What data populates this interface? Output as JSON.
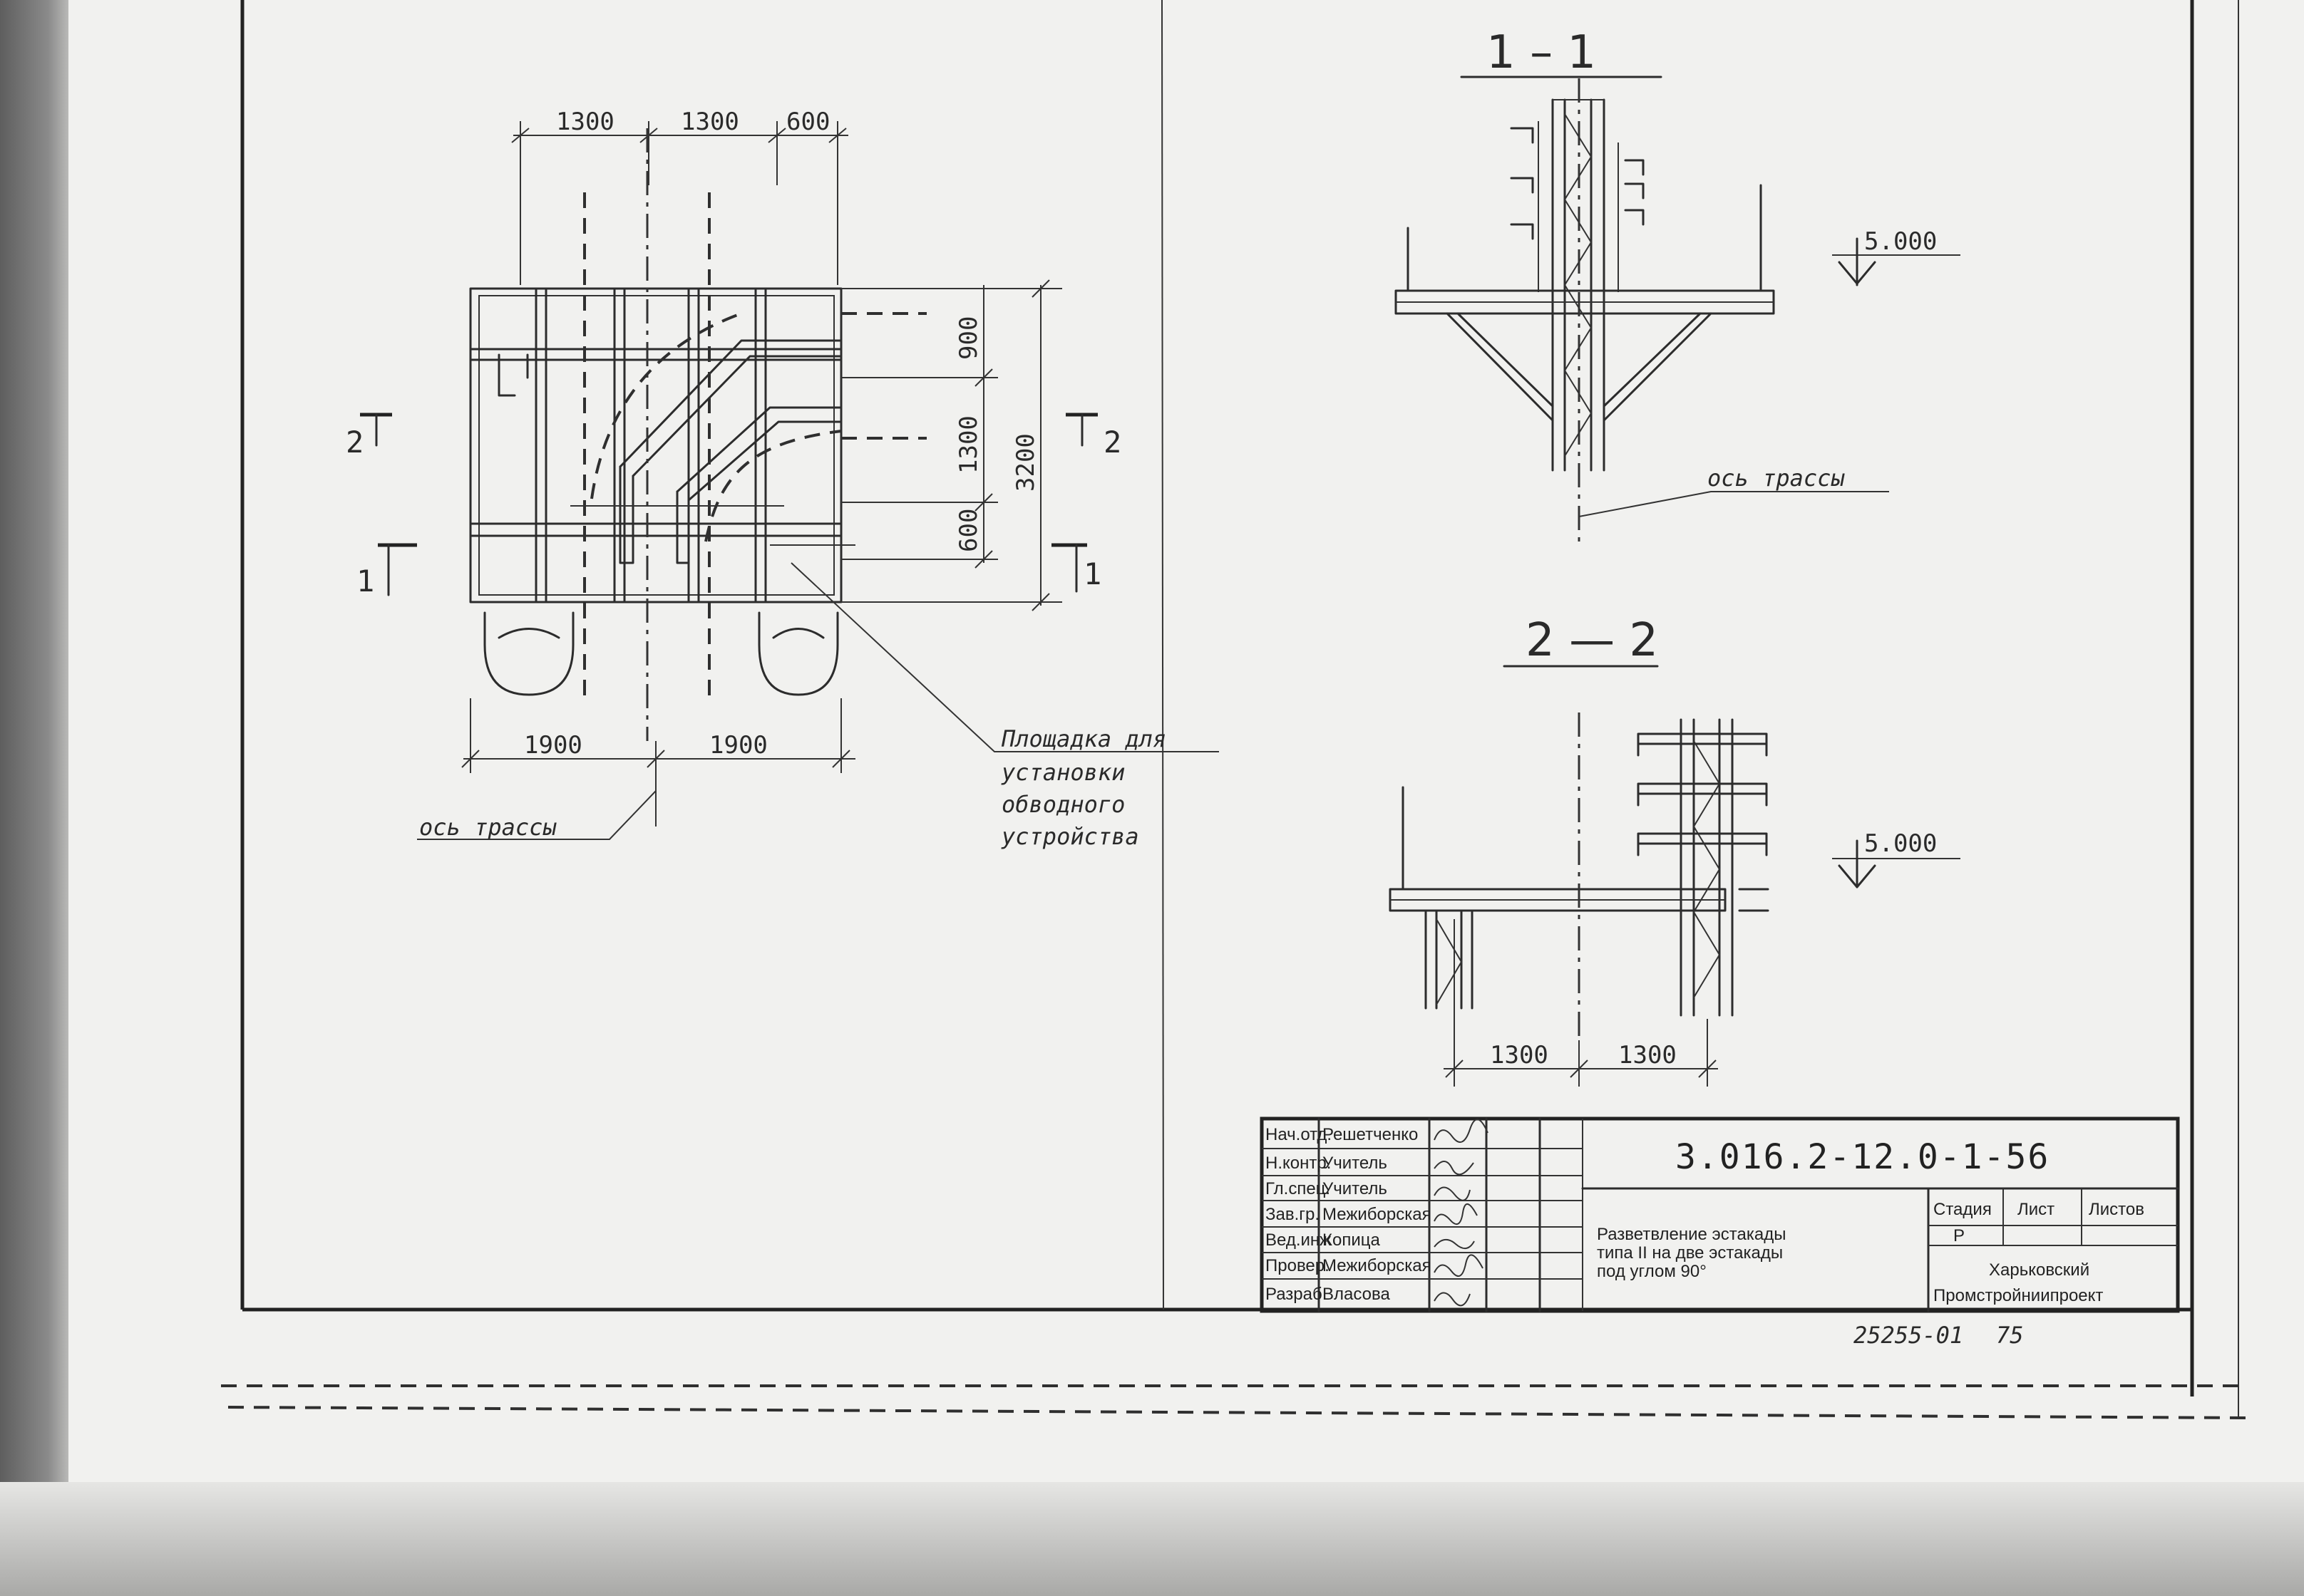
{
  "plan": {
    "dim_top": [
      "1300",
      "1300",
      "600"
    ],
    "dim_right": [
      "900",
      "1300",
      "600"
    ],
    "dim_total": "3200",
    "dim_bottom": [
      "1900",
      "1900"
    ],
    "section_marks": [
      "2",
      "2",
      "1",
      "1"
    ],
    "axis_label": "ось трассы",
    "callout_lines": [
      "Площадка для",
      "установки",
      "обводного",
      "устройства"
    ]
  },
  "section_1": {
    "title": "1 – 1",
    "elevation": "5.000",
    "axis_label": "ось трассы"
  },
  "section_2": {
    "title": "2 — 2",
    "elevation": "5.000",
    "dims": [
      "1300",
      "1300"
    ]
  },
  "title_block": {
    "roles": [
      "Нач.отд.",
      "Н.контр.",
      "Гл.спец.",
      "Зав.гр.",
      "Вед.инж",
      "Провер.",
      "Разраб."
    ],
    "names": [
      "Решетченко",
      "Учитель",
      "Учитель",
      "Межиборская",
      "Копица",
      "Межиборская",
      "Власова"
    ],
    "code": "3.016.2-12.0-1-56",
    "description": [
      "Разветвление эстакады",
      "типа II на две эстакады",
      "под углом 90°"
    ],
    "headers": [
      "Стадия",
      "Лист",
      "Листов"
    ],
    "stage": "Р",
    "org": [
      "Харьковский",
      "Промстройниипроект"
    ]
  },
  "footer": {
    "archive": "25255-01",
    "page": "75"
  }
}
